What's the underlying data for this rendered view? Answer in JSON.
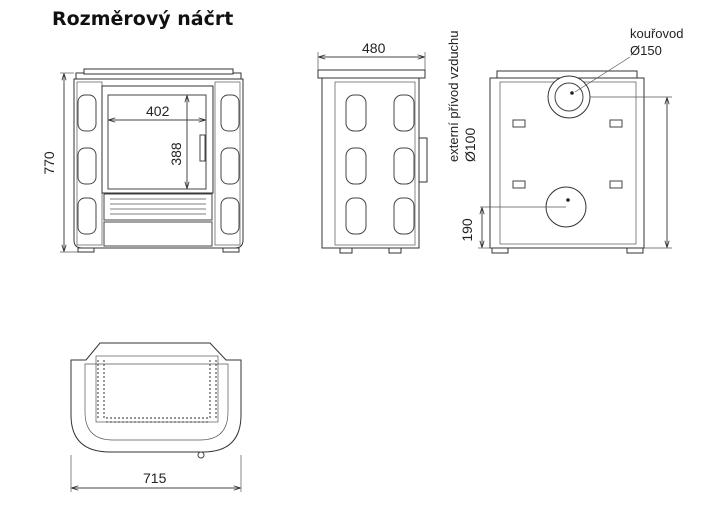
{
  "title": "Rozměrový náčrt",
  "dimensions": {
    "front_height": "770",
    "door_width": "402",
    "door_height": "388",
    "side_depth": "480",
    "top_width": "715",
    "air_inlet_height": "190"
  },
  "labels": {
    "flue": "kouřovod",
    "flue_diameter": "Ø150",
    "air_inlet": "externí přívod vzduchu",
    "air_inlet_diameter": "Ø100"
  }
}
